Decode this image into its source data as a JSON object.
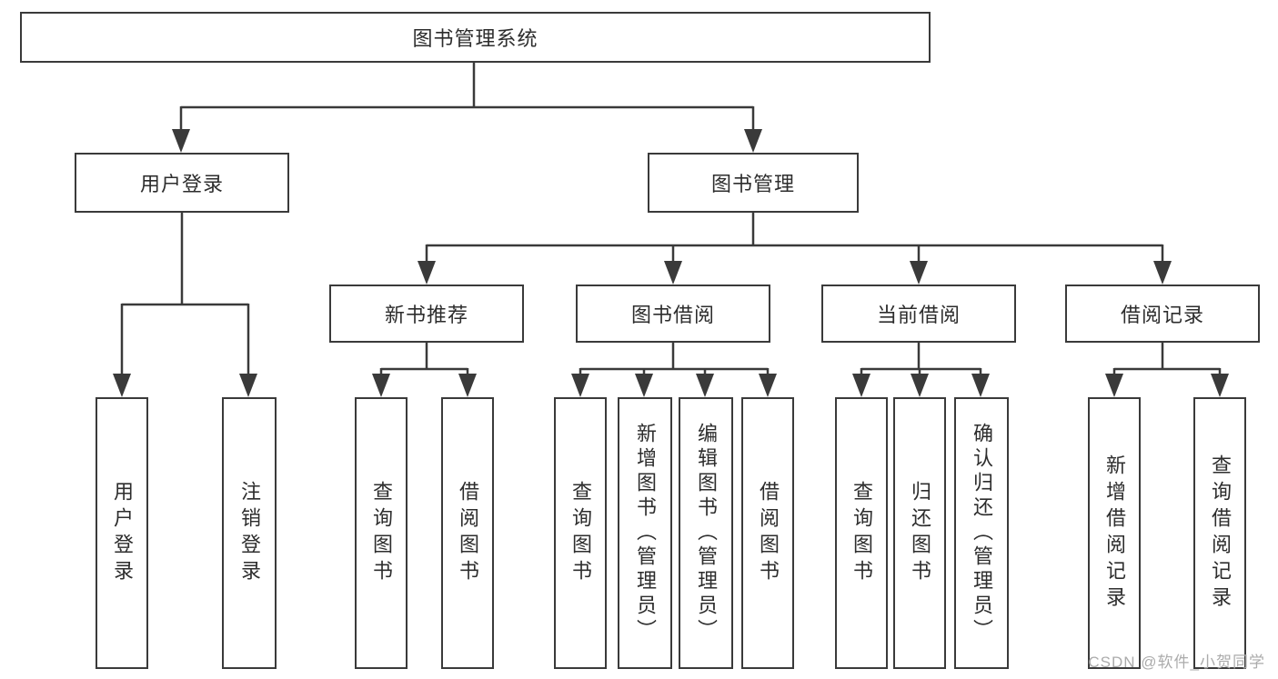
{
  "colors": {
    "line": "#3a3a3a",
    "box_border": "#3a3a3a",
    "text": "#2d2d2d",
    "watermark": "#ababab",
    "background": "#ffffff"
  },
  "diagram": {
    "root": {
      "label": "图书管理系统"
    },
    "branches": [
      {
        "label": "用户登录",
        "children": [
          {
            "label": "用户登录"
          },
          {
            "label": "注销登录"
          }
        ]
      },
      {
        "label": "图书管理",
        "children": [
          {
            "label": "新书推荐",
            "children": [
              {
                "label": "查询图书"
              },
              {
                "label": "借阅图书"
              }
            ]
          },
          {
            "label": "图书借阅",
            "children": [
              {
                "label": "查询图书"
              },
              {
                "label": "新增图书（管理员）"
              },
              {
                "label": "编辑图书（管理员）"
              },
              {
                "label": "借阅图书"
              }
            ]
          },
          {
            "label": "当前借阅",
            "children": [
              {
                "label": "查询图书"
              },
              {
                "label": "归还图书"
              },
              {
                "label": "确认归还（管理员）"
              }
            ]
          },
          {
            "label": "借阅记录",
            "children": [
              {
                "label": "新增借阅记录"
              },
              {
                "label": "查询借阅记录"
              }
            ]
          }
        ]
      }
    ]
  },
  "watermark": {
    "text": "CSDN @软件_小贺同学"
  }
}
